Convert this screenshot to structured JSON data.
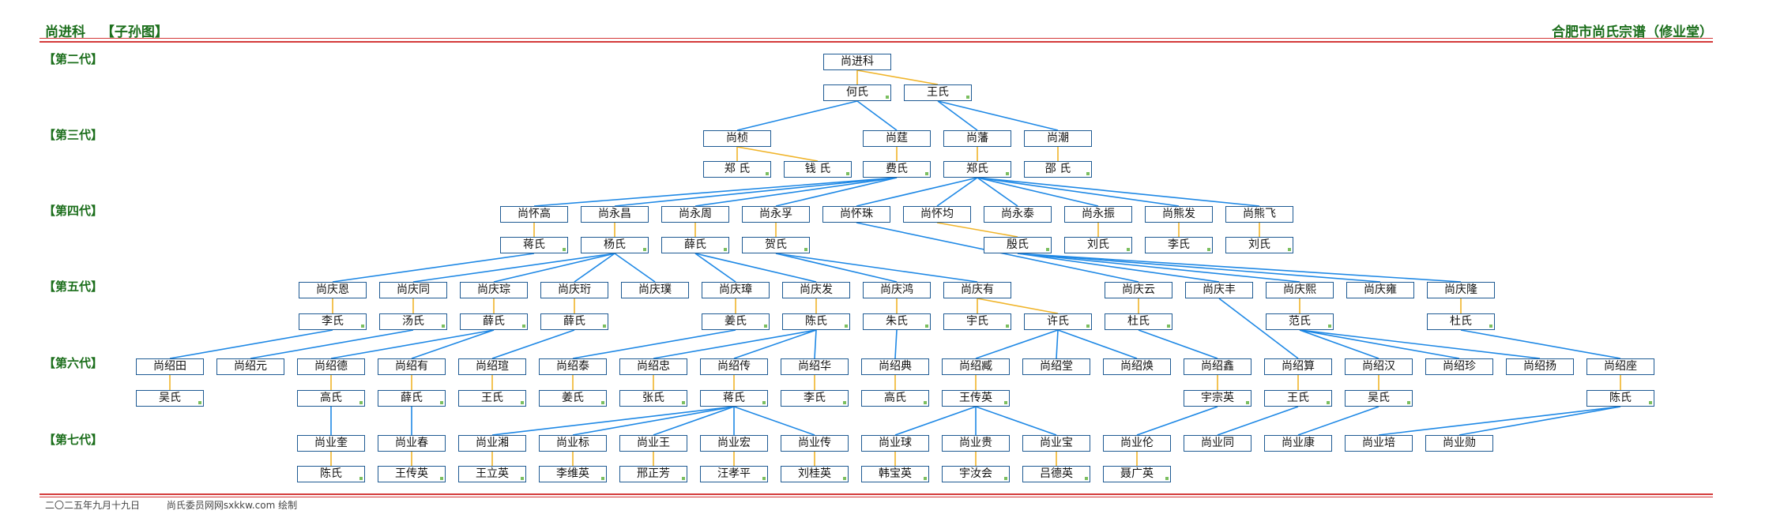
{
  "header": {
    "title": "尚进科",
    "subtitle": "【子孙图】",
    "clan": "合肥市尚氏宗谱（修业堂）"
  },
  "generations": [
    "【第二代】",
    "【第三代】",
    "【第四代】",
    "【第五代】",
    "【第六代】",
    "【第七代】"
  ],
  "footer": {
    "date": "二〇二五年九月十九日",
    "credit": "尚氏委员网网sxkkw.com 绘制"
  },
  "colors": {
    "line": "#1e88e5",
    "spouse_link": "#f0b429",
    "label": "#1b6e1b",
    "rule": "#d43a3a",
    "box_border": "#1e5a93"
  },
  "tree": {
    "g2": [
      {
        "id": "jinke",
        "name": "尚进科",
        "spouses": [
          {
            "id": "he",
            "name": "何氏"
          },
          {
            "id": "wang2",
            "name": "王氏"
          }
        ]
      }
    ],
    "g3": [
      {
        "id": "zhen",
        "name": "尚桢",
        "parent": "he",
        "spouses": [
          {
            "id": "zheng3",
            "name": "郑  氏"
          },
          {
            "id": "qian3",
            "name": "钱  氏"
          }
        ]
      },
      {
        "id": "ting",
        "name": "尚莛",
        "parent": "he",
        "spouses": [
          {
            "id": "fei3",
            "name": "费氏"
          }
        ]
      },
      {
        "id": "fan",
        "name": "尚藩",
        "parent": "wang2",
        "spouses": [
          {
            "id": "zheng3b",
            "name": "郑氏"
          }
        ]
      },
      {
        "id": "chao",
        "name": "尚潮",
        "parent": "wang2",
        "spouses": [
          {
            "id": "shao3",
            "name": "邵  氏"
          }
        ]
      }
    ],
    "g4": [
      {
        "id": "huaigao",
        "name": "尚怀高",
        "parent": "fei3",
        "spouses": [
          {
            "id": "jiang4",
            "name": "蒋氏"
          }
        ]
      },
      {
        "id": "yongchang",
        "name": "尚永昌",
        "parent": "fei3",
        "spouses": [
          {
            "id": "yang4",
            "name": "杨氏"
          }
        ]
      },
      {
        "id": "yongzhou",
        "name": "尚永周",
        "parent": "fei3",
        "spouses": [
          {
            "id": "xue4",
            "name": "薛氏"
          }
        ]
      },
      {
        "id": "yongfu",
        "name": "尚永孚",
        "parent": "fei3",
        "spouses": [
          {
            "id": "he4",
            "name": "贺氏"
          }
        ]
      },
      {
        "id": "huaizhu",
        "name": "尚怀珠",
        "parent": "zheng3b",
        "spouses": []
      },
      {
        "id": "huaijun",
        "name": "尚怀均",
        "parent": "zheng3b",
        "spouses": [
          {
            "id": "yin4",
            "name": "殷氏"
          }
        ]
      },
      {
        "id": "yongtai",
        "name": "尚永泰",
        "parent": "zheng3b",
        "spouses": []
      },
      {
        "id": "yongzhen",
        "name": "尚永振",
        "parent": "zheng3b",
        "spouses": [
          {
            "id": "liu4a",
            "name": "刘氏"
          }
        ]
      },
      {
        "id": "xiongfa",
        "name": "尚熊发",
        "parent": "zheng3b",
        "spouses": [
          {
            "id": "li4",
            "name": "李氏"
          }
        ]
      },
      {
        "id": "xiongfei",
        "name": "尚熊飞",
        "parent": "zheng3b",
        "spouses": [
          {
            "id": "liu4b",
            "name": "刘氏"
          }
        ]
      }
    ],
    "g5": [
      {
        "id": "qingen",
        "name": "尚庆恩",
        "parent": "jiang4",
        "spouses": [
          {
            "id": "li5",
            "name": "李氏"
          }
        ]
      },
      {
        "id": "qingtong",
        "name": "尚庆同",
        "parent": "yang4",
        "spouses": [
          {
            "id": "tang5",
            "name": "汤氏"
          }
        ]
      },
      {
        "id": "qingcong",
        "name": "尚庆琮",
        "parent": "yang4",
        "spouses": [
          {
            "id": "xue5a",
            "name": "薛氏"
          }
        ]
      },
      {
        "id": "qingheng",
        "name": "尚庆珩",
        "parent": "yang4",
        "spouses": [
          {
            "id": "xue5b",
            "name": "薛氏"
          }
        ]
      },
      {
        "id": "qingpu",
        "name": "尚庆璞",
        "parent": "yang4",
        "spouses": []
      },
      {
        "id": "qingzhang",
        "name": "尚庆璋",
        "parent": "xue4",
        "spouses": [
          {
            "id": "jiang5",
            "name": "姜氏"
          }
        ]
      },
      {
        "id": "qingfa",
        "name": "尚庆发",
        "parent": "xue4",
        "spouses": [
          {
            "id": "chen5",
            "name": "陈氏"
          }
        ]
      },
      {
        "id": "qinghong",
        "name": "尚庆鸿",
        "parent": "he4",
        "spouses": [
          {
            "id": "zhu5",
            "name": "朱氏"
          }
        ]
      },
      {
        "id": "qingyou",
        "name": "尚庆有",
        "parent": "he4",
        "spouses": [
          {
            "id": "yu5",
            "name": "宇氏"
          },
          {
            "id": "xu5",
            "name": "许氏"
          }
        ]
      },
      {
        "id": "qingyun",
        "name": "尚庆云",
        "parent": "huaizhu",
        "spouses": [
          {
            "id": "du5",
            "name": "杜氏"
          }
        ]
      },
      {
        "id": "qingfeng",
        "name": "尚庆丰",
        "parent": "yin4",
        "spouses": []
      },
      {
        "id": "qingxi",
        "name": "尚庆熙",
        "parent": "yin4",
        "spouses": [
          {
            "id": "fan5",
            "name": "范氏"
          }
        ]
      },
      {
        "id": "qingyong",
        "name": "尚庆雍",
        "parent": "yin4",
        "spouses": []
      },
      {
        "id": "qinglong",
        "name": "尚庆隆",
        "parent": "yin4",
        "spouses": [
          {
            "id": "du5b",
            "name": "杜氏"
          }
        ]
      }
    ],
    "g6": [
      {
        "id": "shaotian",
        "name": "尚绍田",
        "parent": "li5",
        "spouses": [
          {
            "id": "wu6a",
            "name": "吴氏"
          }
        ]
      },
      {
        "id": "shaoyuan",
        "name": "尚绍元",
        "parent": "tang5",
        "spouses": []
      },
      {
        "id": "shaode",
        "name": "尚绍德",
        "parent": "xue5a",
        "spouses": [
          {
            "id": "gao6a",
            "name": "高氏"
          }
        ]
      },
      {
        "id": "shaoyou",
        "name": "尚绍有",
        "parent": "xue5a",
        "spouses": [
          {
            "id": "xue6",
            "name": "薛氏"
          }
        ]
      },
      {
        "id": "shaoxuan",
        "name": "尚绍瑄",
        "parent": "xue5b",
        "spouses": [
          {
            "id": "wang6a",
            "name": "王氏"
          }
        ]
      },
      {
        "id": "shaotai",
        "name": "尚绍泰",
        "parent": "jiang5",
        "spouses": [
          {
            "id": "jiang6",
            "name": "姜氏"
          }
        ]
      },
      {
        "id": "shaozhong",
        "name": "尚绍忠",
        "parent": "chen5",
        "spouses": [
          {
            "id": "zhang6",
            "name": "张氏"
          }
        ]
      },
      {
        "id": "shaochuan",
        "name": "尚绍传",
        "parent": "chen5",
        "spouses": [
          {
            "id": "jiang6b",
            "name": "蒋氏"
          }
        ]
      },
      {
        "id": "shaohua",
        "name": "尚绍华",
        "parent": "chen5",
        "spouses": [
          {
            "id": "li6",
            "name": "李氏"
          }
        ]
      },
      {
        "id": "shaodian",
        "name": "尚绍典",
        "parent": "zhu5",
        "spouses": [
          {
            "id": "gao6b",
            "name": "高氏"
          }
        ]
      },
      {
        "id": "shaocang",
        "name": "尚绍臧",
        "parent": "xu5",
        "spouses": [
          {
            "id": "wangcy",
            "name": "王传英"
          }
        ]
      },
      {
        "id": "shaotang",
        "name": "尚绍堂",
        "parent": "xu5",
        "spouses": []
      },
      {
        "id": "shaohuan",
        "name": "尚绍焕",
        "parent": "xu5",
        "spouses": []
      },
      {
        "id": "shaoxin",
        "name": "尚绍鑫",
        "parent": "du5",
        "spouses": [
          {
            "id": "yuzy",
            "name": "宇宗英"
          }
        ]
      },
      {
        "id": "shaosuan",
        "name": "尚绍算",
        "parent": "qingfeng",
        "spouses": [
          {
            "id": "wang6b",
            "name": "王氏"
          }
        ]
      },
      {
        "id": "shaohan",
        "name": "尚绍汉",
        "parent": "fan5",
        "spouses": [
          {
            "id": "wu6b",
            "name": "吴氏"
          }
        ]
      },
      {
        "id": "shaozhen",
        "name": "尚绍珍",
        "parent": "fan5",
        "spouses": []
      },
      {
        "id": "shaoyang",
        "name": "尚绍扬",
        "parent": "fan5",
        "spouses": []
      },
      {
        "id": "shaozuo",
        "name": "尚绍座",
        "parent": "du5b",
        "spouses": [
          {
            "id": "chen6",
            "name": "陈氏"
          }
        ]
      }
    ],
    "g7": [
      {
        "id": "yequan",
        "name": "尚业奎",
        "parent": "gao6a",
        "spouses": [
          {
            "id": "chen7",
            "name": "陈氏"
          }
        ]
      },
      {
        "id": "yechun",
        "name": "尚业春",
        "parent": "xue6",
        "spouses": [
          {
            "id": "wangcy7",
            "name": "王传英"
          }
        ]
      },
      {
        "id": "yexiang",
        "name": "尚业湘",
        "parent": "jiang6b",
        "spouses": [
          {
            "id": "wangly",
            "name": "王立英"
          }
        ]
      },
      {
        "id": "yebiao",
        "name": "尚业标",
        "parent": "jiang6b",
        "spouses": [
          {
            "id": "liwy",
            "name": "李维英"
          }
        ]
      },
      {
        "id": "yewang",
        "name": "尚业王",
        "parent": "jiang6b",
        "spouses": [
          {
            "id": "xingzf",
            "name": "邢正芳"
          }
        ]
      },
      {
        "id": "yehong",
        "name": "尚业宏",
        "parent": "jiang6b",
        "spouses": [
          {
            "id": "wangxp",
            "name": "汪孝平"
          }
        ]
      },
      {
        "id": "yechuan",
        "name": "尚业传",
        "parent": "jiang6b",
        "spouses": [
          {
            "id": "liugy",
            "name": "刘桂英"
          }
        ]
      },
      {
        "id": "yeqiu",
        "name": "尚业球",
        "parent": "wangcy",
        "spouses": [
          {
            "id": "hanby",
            "name": "韩宝英"
          }
        ]
      },
      {
        "id": "yegui",
        "name": "尚业贵",
        "parent": "wangcy",
        "spouses": [
          {
            "id": "yurh",
            "name": "宇汝会"
          }
        ]
      },
      {
        "id": "yebao",
        "name": "尚业宝",
        "parent": "wangcy",
        "spouses": [
          {
            "id": "lvdy",
            "name": "吕德英"
          }
        ]
      },
      {
        "id": "yelun",
        "name": "尚业伦",
        "parent": "yuzy",
        "spouses": [
          {
            "id": "niegy",
            "name": "聂广英"
          }
        ]
      },
      {
        "id": "yetong",
        "name": "尚业同",
        "parent": "wang6b",
        "spouses": []
      },
      {
        "id": "yekang",
        "name": "尚业康",
        "parent": "wu6b",
        "spouses": []
      },
      {
        "id": "yepei",
        "name": "尚业培",
        "parent": "chen6",
        "spouses": []
      },
      {
        "id": "yexun",
        "name": "尚业勋",
        "parent": "chen6",
        "spouses": []
      }
    ]
  }
}
